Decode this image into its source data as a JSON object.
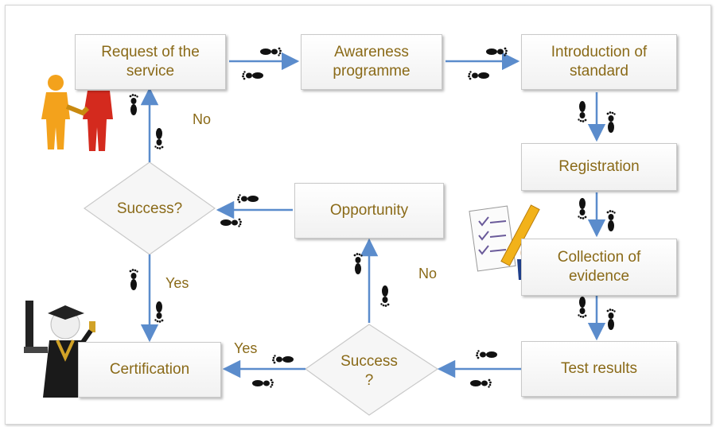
{
  "steps": {
    "request": "Request of the service",
    "awareness": "Awareness programme",
    "introduction": "Introduction of standard",
    "registration": "Registration",
    "collection": "Collection of evidence",
    "test_results": "Test results",
    "opportunity": "Opportunity",
    "certification": "Certification"
  },
  "decisions": {
    "success_left": "Success?",
    "success_bottom": "Success\n?"
  },
  "labels": {
    "no_top": "No",
    "no_middle": "No",
    "yes_left": "Yes",
    "yes_bottom": "Yes"
  },
  "colors": {
    "arrow": "#5b8ccc",
    "text": "#8a6a18",
    "footprint": "#111111"
  },
  "icons": [
    "handshake-people-icon",
    "checklist-pencil-person-icon",
    "graduate-trophy-icon",
    "footprints-icon"
  ]
}
